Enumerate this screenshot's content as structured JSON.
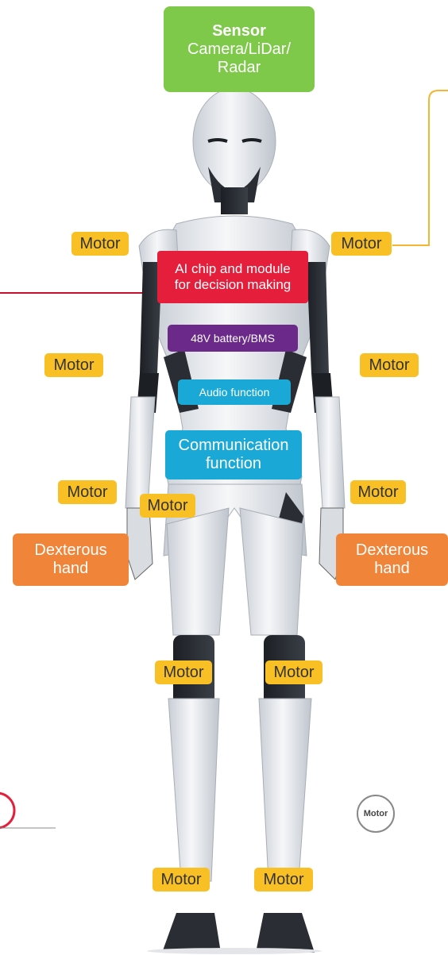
{
  "sensor": {
    "title": "Sensor",
    "line1": "Camera/LiDar/",
    "line2": "Radar"
  },
  "ai_chip": {
    "line1": "AI chip and module",
    "line2": "for decision making"
  },
  "battery": {
    "label": "48V battery/BMS"
  },
  "audio": {
    "label": "Audio function"
  },
  "communication": {
    "line1": "Communication",
    "line2": "function"
  },
  "dexterous_hand": {
    "line1": "Dexterous",
    "line2": "hand"
  },
  "motor_label": "Motor",
  "motor_icon_label": "Motor",
  "colors": {
    "motor": "#f9c025",
    "sensor": "#7ec84a",
    "ai_chip": "#e41e3b",
    "battery": "#6b2a8a",
    "audio_comm": "#1aa9d6",
    "hand": "#f0853a",
    "connector_yellow": "#f2b632",
    "connector_red": "#c8102e"
  }
}
